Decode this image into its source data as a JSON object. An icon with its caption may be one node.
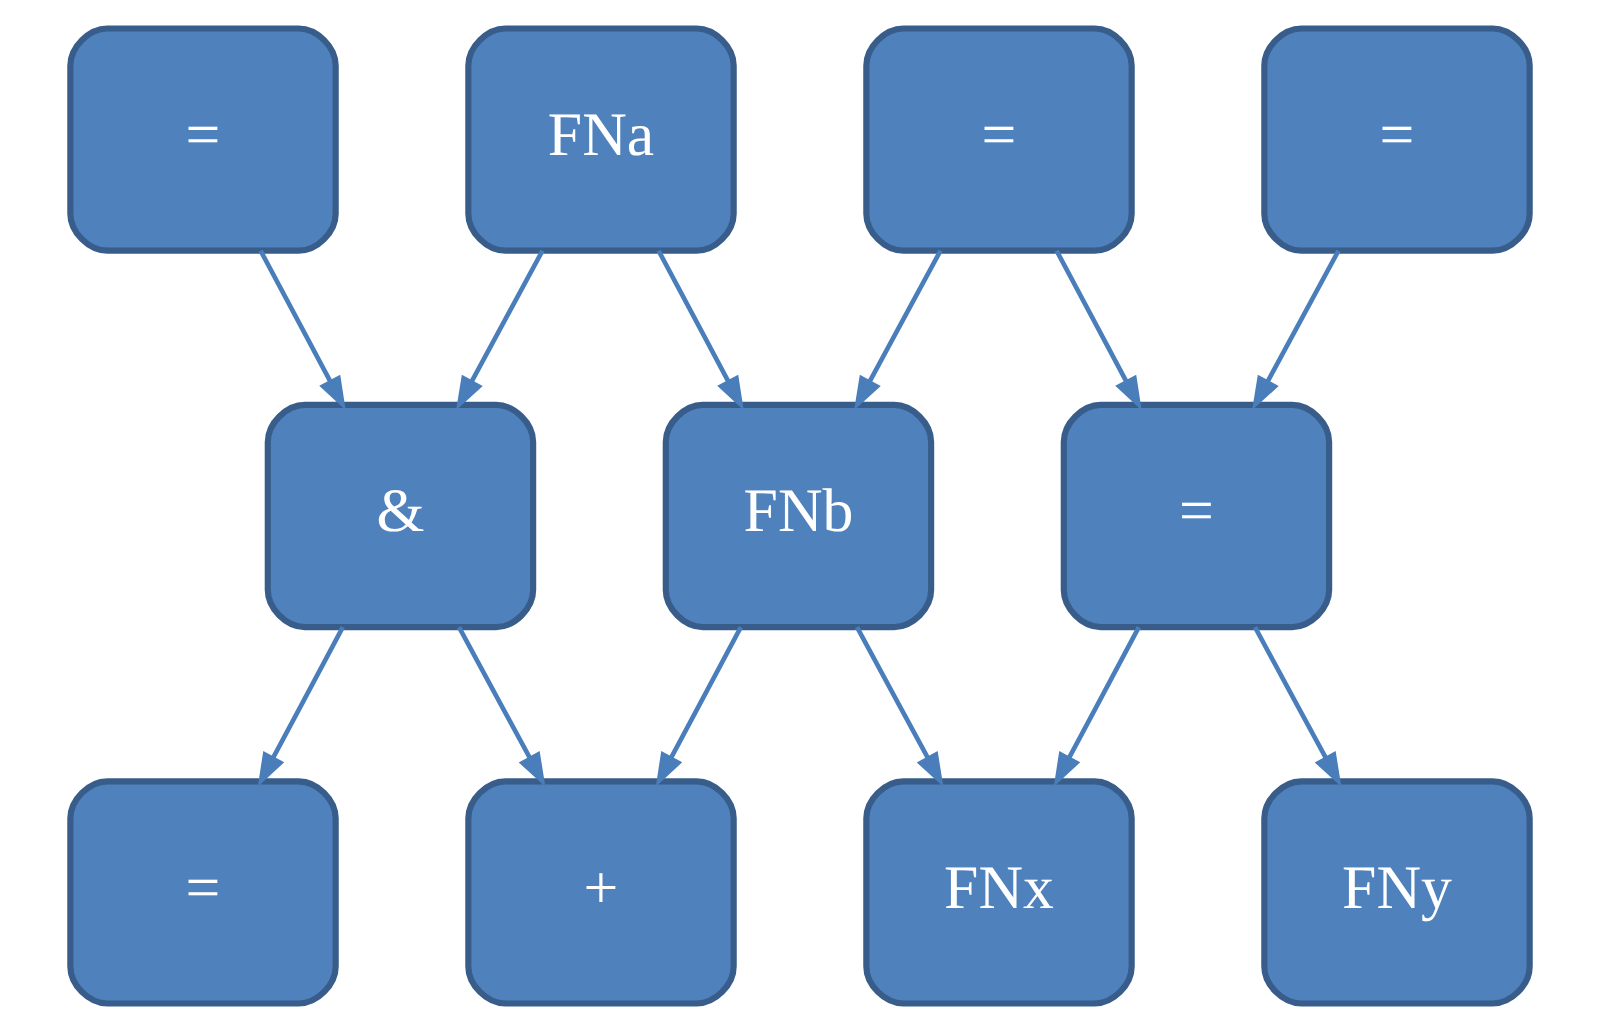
{
  "diagram": {
    "nodes": [
      {
        "text": [
          "="
        ]
      },
      {
        "text": [
          "FNa"
        ]
      },
      {
        "text": [
          "="
        ]
      },
      {
        "text": [
          "="
        ]
      },
      {
        "text": [
          "&"
        ]
      },
      {
        "text": [
          "FNb"
        ]
      },
      {
        "text": [
          "="
        ]
      },
      {
        "text": [
          "="
        ]
      },
      {
        "text": [
          "+"
        ]
      },
      {
        "text": [
          "FNx"
        ]
      },
      {
        "text": [
          "FNy"
        ]
      }
    ],
    "edges": [
      {
        "from": 0,
        "to": 4,
        "arrow": "to"
      },
      {
        "from": 1,
        "to": 4,
        "arrow": "to"
      },
      {
        "from": 1,
        "to": 5,
        "arrow": "to"
      },
      {
        "from": 2,
        "to": 5,
        "arrow": "to"
      },
      {
        "from": 2,
        "to": 6,
        "arrow": "to"
      },
      {
        "from": 3,
        "to": 6,
        "arrow": "to"
      },
      {
        "from": 4,
        "to": 7,
        "arrow": "to"
      },
      {
        "from": 4,
        "to": 8,
        "arrow": "to"
      },
      {
        "from": 5,
        "to": 8,
        "arrow": "to"
      },
      {
        "from": 5,
        "to": 9,
        "arrow": "to"
      },
      {
        "from": 6,
        "to": 9,
        "arrow": "to"
      },
      {
        "from": 6,
        "to": 10,
        "arrow": "to"
      }
    ]
  }
}
